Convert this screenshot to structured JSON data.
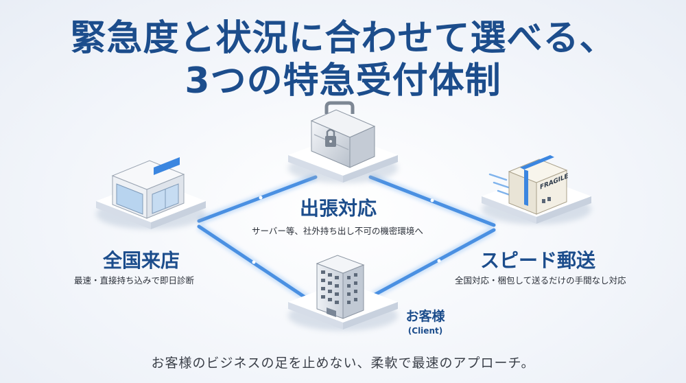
{
  "title": {
    "line1": "緊急度と状況に合わせて選べる、",
    "line2": "3つの特急受付体制"
  },
  "nodes": {
    "store": {
      "title": "全国来店",
      "desc": "最速・直接持ち込みで即日診断"
    },
    "visit": {
      "title": "出張対応",
      "desc": "サーバー等、社外持ち出し不可の機密環境へ"
    },
    "mail": {
      "title": "スピード郵送",
      "desc": "全国対応・梱包して送るだけの手間なし対応"
    },
    "client": {
      "title": "お客様",
      "subtitle": "(Client)"
    }
  },
  "box_label": "FRAGILE",
  "tagline": "お客様のビジネスの足を止めない、柔軟で最速のアプローチ。",
  "colors": {
    "accent": "#1c4d8c",
    "line": "#4a90e2",
    "line_glow": "#a9cdf5",
    "platform_top": "#ffffff",
    "platform_side": "#dde4ee"
  },
  "icons": {
    "store": "storefront-icon",
    "visit": "locked-suitcase-icon",
    "mail": "fragile-parcel-icon",
    "client": "office-building-icon"
  }
}
